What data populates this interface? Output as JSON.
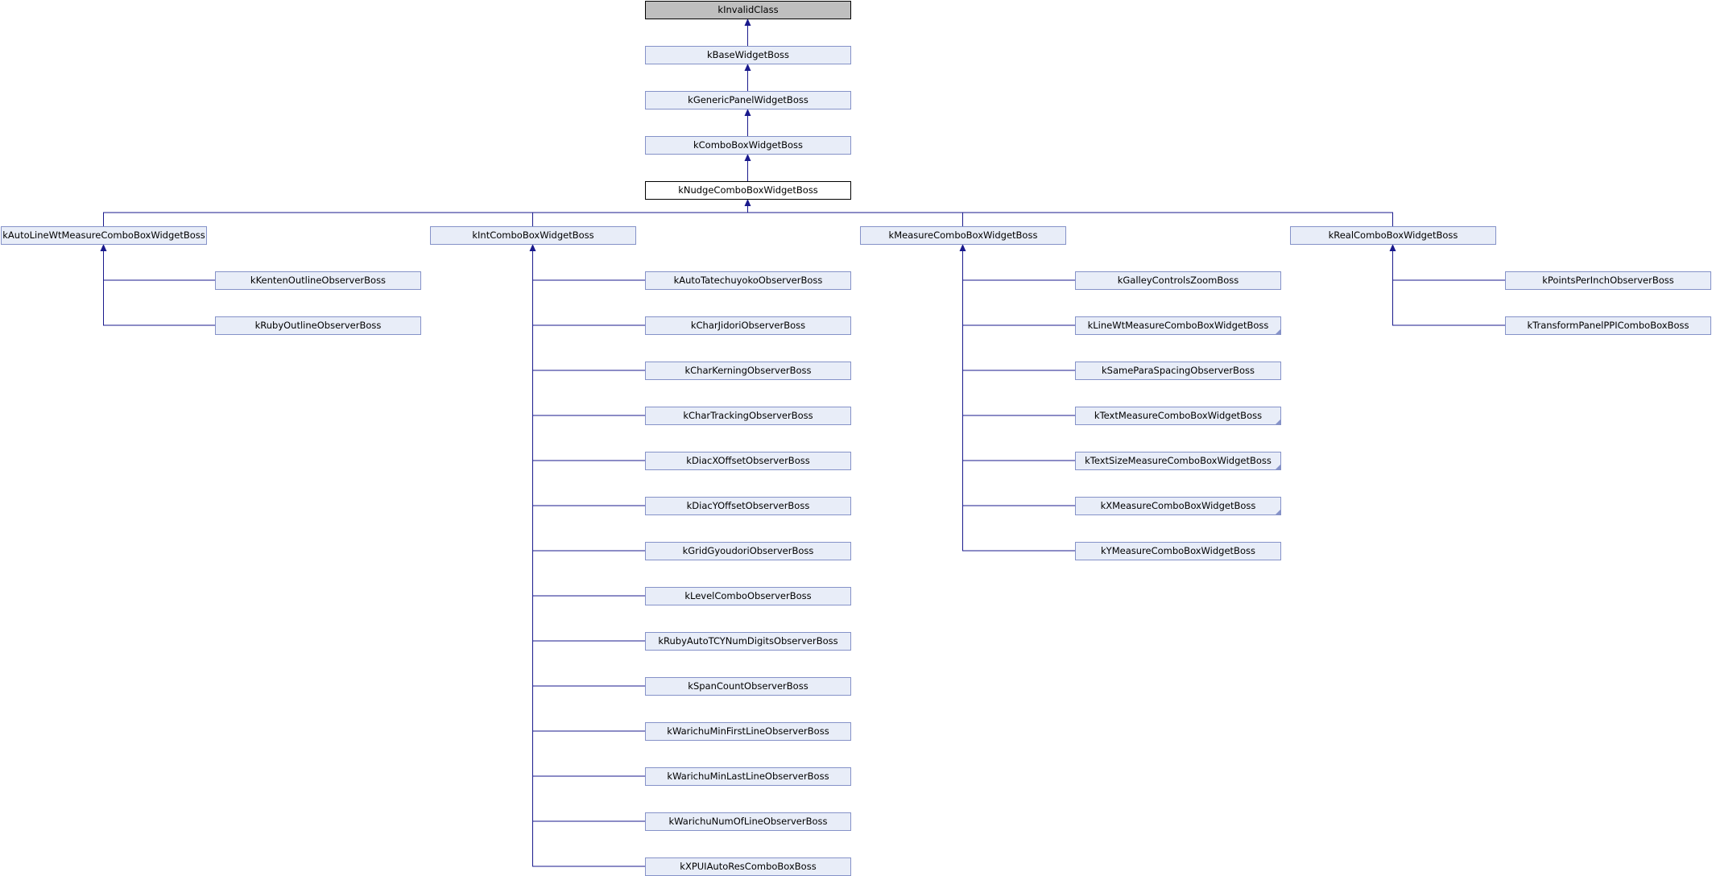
{
  "diagram": {
    "colors": {
      "node_fill": "#e8edf8",
      "node_border": "#8592c8",
      "root_fill": "#bfbfbf",
      "focus_fill": "#ffffff",
      "edge": "#1a1a8c"
    },
    "nodes": [
      {
        "id": "invalid",
        "label": "kInvalidClass",
        "style": "gray"
      },
      {
        "id": "base",
        "label": "kBaseWidgetBoss"
      },
      {
        "id": "generic",
        "label": "kGenericPanelWidgetBoss"
      },
      {
        "id": "combo",
        "label": "kComboBoxWidgetBoss"
      },
      {
        "id": "nudge",
        "label": "kNudgeComboBoxWidgetBoss",
        "style": "white"
      },
      {
        "id": "autoline",
        "label": "kAutoLineWtMeasureComboBoxWidgetBoss"
      },
      {
        "id": "int",
        "label": "kIntComboBoxWidgetBoss"
      },
      {
        "id": "measure",
        "label": "kMeasureComboBoxWidgetBoss"
      },
      {
        "id": "real",
        "label": "kRealComboBoxWidgetBoss"
      },
      {
        "id": "kenten",
        "label": "kKentenOutlineObserverBoss"
      },
      {
        "id": "ruby",
        "label": "kRubyOutlineObserverBoss"
      },
      {
        "id": "i1",
        "label": "kAutoTatechuyokoObserverBoss"
      },
      {
        "id": "i2",
        "label": "kCharJidoriObserverBoss"
      },
      {
        "id": "i3",
        "label": "kCharKerningObserverBoss"
      },
      {
        "id": "i4",
        "label": "kCharTrackingObserverBoss"
      },
      {
        "id": "i5",
        "label": "kDiacXOffsetObserverBoss"
      },
      {
        "id": "i6",
        "label": "kDiacYOffsetObserverBoss"
      },
      {
        "id": "i7",
        "label": "kGridGyoudoriObserverBoss"
      },
      {
        "id": "i8",
        "label": "kLevelComboObserverBoss"
      },
      {
        "id": "i9",
        "label": "kRubyAutoTCYNumDigitsObserverBoss"
      },
      {
        "id": "i10",
        "label": "kSpanCountObserverBoss"
      },
      {
        "id": "i11",
        "label": "kWarichuMinFirstLineObserverBoss"
      },
      {
        "id": "i12",
        "label": "kWarichuMinLastLineObserverBoss"
      },
      {
        "id": "i13",
        "label": "kWarichuNumOfLineObserverBoss"
      },
      {
        "id": "i14",
        "label": "kXPUIAutoResComboBoxBoss"
      },
      {
        "id": "m1",
        "label": "kGalleyControlsZoomBoss"
      },
      {
        "id": "m2",
        "label": "kLineWtMeasureComboBoxWidgetBoss",
        "more": true
      },
      {
        "id": "m3",
        "label": "kSameParaSpacingObserverBoss"
      },
      {
        "id": "m4",
        "label": "kTextMeasureComboBoxWidgetBoss",
        "more": true
      },
      {
        "id": "m5",
        "label": "kTextSizeMeasureComboBoxWidgetBoss",
        "more": true
      },
      {
        "id": "m6",
        "label": "kXMeasureComboBoxWidgetBoss",
        "more": true
      },
      {
        "id": "m7",
        "label": "kYMeasureComboBoxWidgetBoss"
      },
      {
        "id": "r1",
        "label": "kPointsPerInchObserverBoss"
      },
      {
        "id": "r2",
        "label": "kTransformPanelPPIComboBoxBoss"
      }
    ]
  }
}
